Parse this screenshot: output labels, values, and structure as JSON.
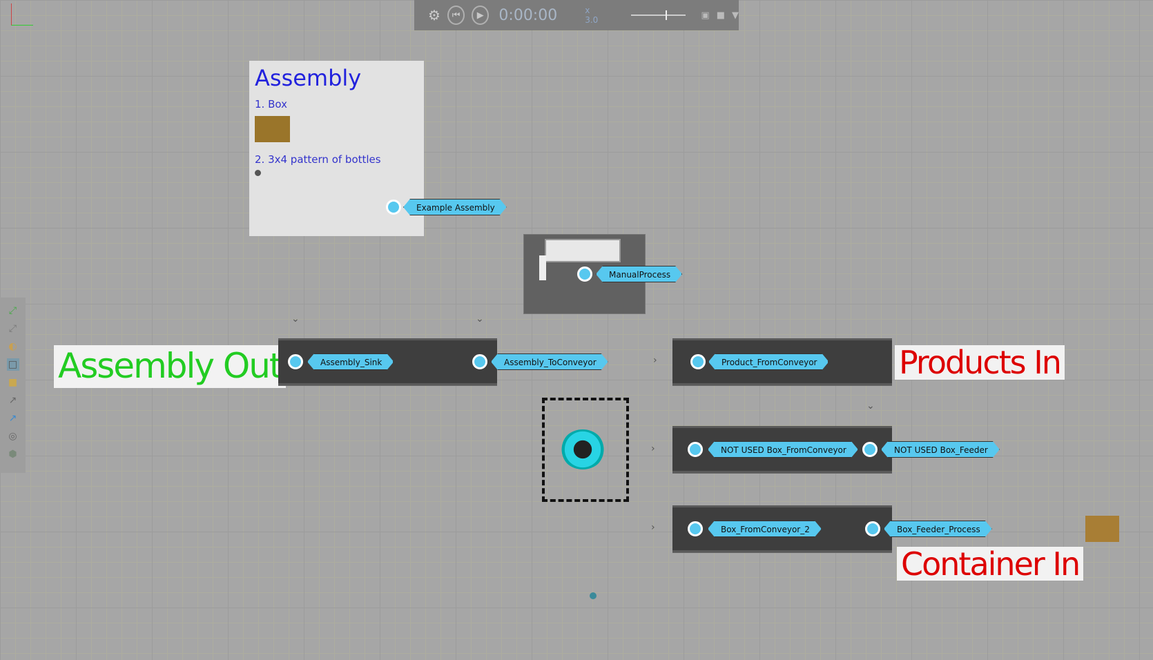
{
  "toolbar": {
    "time": "0:00:00",
    "speed": "x  3.0",
    "settings_icon": "gear-icon",
    "rewind_icon": "skip-back-icon",
    "play_icon": "play-icon"
  },
  "left_toolbar": {
    "icons": [
      "fit-all-icon",
      "fit-selection-icon",
      "lights-icon",
      "box-view-icon",
      "shading-icon",
      "axis-icon",
      "world-axis-icon",
      "snap-icon",
      "cube-icon"
    ]
  },
  "assembly_panel": {
    "title": "Assembly",
    "item1": "1. Box",
    "item2": "2. 3x4 pattern of bottles",
    "box_color": "#9a752a"
  },
  "tags": {
    "example_assembly": "Example Assembly",
    "manual_process": "ManualProcess",
    "assembly_sink": "Assembly_Sink",
    "assembly_to_conveyor": "Assembly_ToConveyor",
    "product_from_conveyor": "Product_FromConveyor",
    "not_used_box_from_conveyor": "NOT USED Box_FromConveyor",
    "not_used_box_feeder": "NOT USED Box_Feeder",
    "box_from_conveyor_2": "Box_FromConveyor_2",
    "box_feeder_process": "Box_Feeder_Process"
  },
  "signs": {
    "assembly_out": "Assembly Out",
    "products_in": "Products In",
    "container_in": "Container In"
  },
  "colors": {
    "port": "#57c8ef",
    "assembly_out": "#22cc22",
    "products_in": "#dd0000"
  }
}
